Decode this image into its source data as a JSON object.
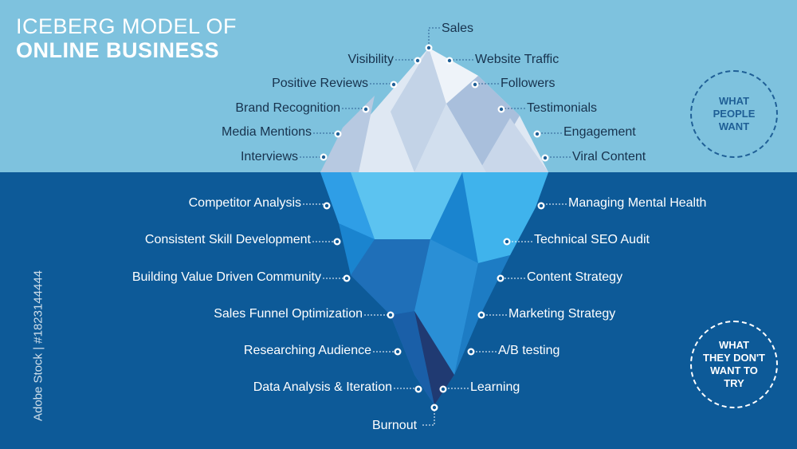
{
  "title": {
    "line1": "ICEBERG MODEL OF",
    "line2": "ONLINE BUSINESS"
  },
  "above_water": {
    "top": "Sales",
    "left": [
      "Visibility",
      "Positive Reviews",
      "Brand Recognition",
      "Media Mentions",
      "Interviews"
    ],
    "right": [
      "Website Traffic",
      "Followers",
      "Testimonials",
      "Engagement",
      "Viral Content"
    ]
  },
  "below_water": {
    "left": [
      "Competitor Analysis",
      "Consistent Skill Development",
      "Building Value Driven Community",
      "Sales Funnel Optimization",
      "Researching Audience",
      "Data Analysis & Iteration"
    ],
    "right": [
      "Managing Mental Health",
      "Technical SEO Audit",
      "Content Strategy",
      "Marketing Strategy",
      "A/B testing",
      "Learning"
    ],
    "bottom": "Burnout"
  },
  "badges": {
    "top_lines": [
      "WHAT",
      "PEOPLE",
      "WANT"
    ],
    "bottom_lines": [
      "WHAT",
      "THEY DON'T",
      "WANT TO",
      "TRY"
    ]
  },
  "watermark_id": "Adobe Stock | #1823144444",
  "colors": {
    "sky": "#7ec2de",
    "sea": "#0d5a98",
    "badge_top": "#1f5f96"
  }
}
